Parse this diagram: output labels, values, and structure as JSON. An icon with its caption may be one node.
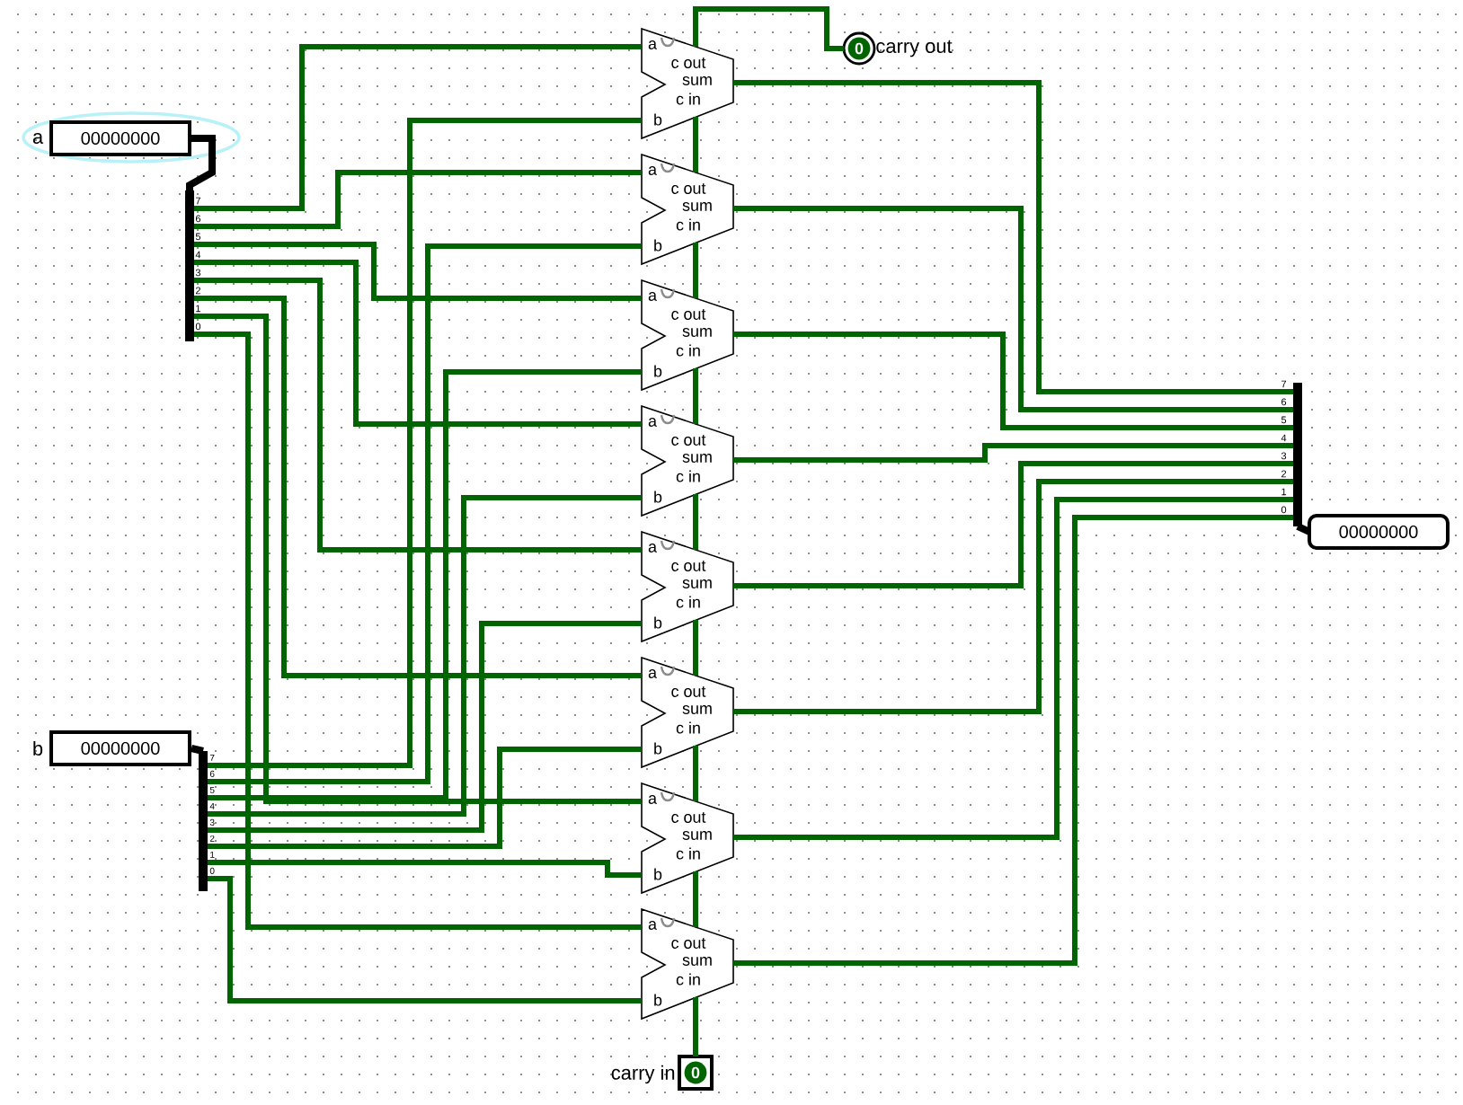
{
  "diagram": {
    "nodes": [
      {
        "text": [
          "00000000"
        ],
        "beside": [
          "a"
        ]
      },
      {
        "text": [
          "7",
          "6",
          "5",
          "4",
          "3",
          "2",
          "1",
          "0"
        ]
      },
      {
        "text": [
          "00000000"
        ],
        "beside": [
          "b"
        ]
      },
      {
        "text": [
          "7",
          "6",
          "5",
          "4",
          "3",
          "2",
          "1",
          "0"
        ]
      },
      {
        "text": [
          "a",
          "c out",
          "sum",
          "c in",
          "b"
        ]
      },
      {
        "text": [
          "a",
          "c out",
          "sum",
          "c in",
          "b"
        ]
      },
      {
        "text": [
          "a",
          "c out",
          "sum",
          "c in",
          "b"
        ]
      },
      {
        "text": [
          "a",
          "c out",
          "sum",
          "c in",
          "b"
        ]
      },
      {
        "text": [
          "a",
          "c out",
          "sum",
          "c in",
          "b"
        ]
      },
      {
        "text": [
          "a",
          "c out",
          "sum",
          "c in",
          "b"
        ]
      },
      {
        "text": [
          "a",
          "c out",
          "sum",
          "c in",
          "b"
        ]
      },
      {
        "text": [
          "a",
          "c out",
          "sum",
          "c in",
          "b"
        ]
      },
      {
        "text": [
          "7",
          "6",
          "5",
          "4",
          "3",
          "2",
          "1",
          "0"
        ]
      },
      {
        "text": [
          "00000000"
        ]
      },
      {
        "text": [
          "0"
        ],
        "beside": [
          "carry out"
        ]
      },
      {
        "text": [
          "0"
        ],
        "beside": [
          "carry in"
        ]
      }
    ],
    "edges": [
      {
        "from": 0,
        "to": 1,
        "arrow": "none",
        "color": "#000000"
      },
      {
        "from": 2,
        "to": 3,
        "arrow": "none",
        "color": "#000000"
      },
      {
        "from": 1,
        "to": 4,
        "arrow": "none"
      },
      {
        "from": 1,
        "to": 5,
        "arrow": "none"
      },
      {
        "from": 1,
        "to": 6,
        "arrow": "none"
      },
      {
        "from": 1,
        "to": 7,
        "arrow": "none"
      },
      {
        "from": 1,
        "to": 8,
        "arrow": "none"
      },
      {
        "from": 1,
        "to": 9,
        "arrow": "none"
      },
      {
        "from": 1,
        "to": 10,
        "arrow": "none"
      },
      {
        "from": 1,
        "to": 11,
        "arrow": "none"
      },
      {
        "from": 3,
        "to": 4,
        "arrow": "none"
      },
      {
        "from": 3,
        "to": 5,
        "arrow": "none"
      },
      {
        "from": 3,
        "to": 6,
        "arrow": "none"
      },
      {
        "from": 3,
        "to": 7,
        "arrow": "none"
      },
      {
        "from": 3,
        "to": 8,
        "arrow": "none"
      },
      {
        "from": 3,
        "to": 9,
        "arrow": "none"
      },
      {
        "from": 3,
        "to": 10,
        "arrow": "none"
      },
      {
        "from": 3,
        "to": 11,
        "arrow": "none"
      },
      {
        "from": 4,
        "to": 12,
        "arrow": "none"
      },
      {
        "from": 5,
        "to": 12,
        "arrow": "none"
      },
      {
        "from": 6,
        "to": 12,
        "arrow": "none"
      },
      {
        "from": 7,
        "to": 12,
        "arrow": "none"
      },
      {
        "from": 8,
        "to": 12,
        "arrow": "none"
      },
      {
        "from": 9,
        "to": 12,
        "arrow": "none"
      },
      {
        "from": 10,
        "to": 12,
        "arrow": "none"
      },
      {
        "from": 11,
        "to": 12,
        "arrow": "none"
      },
      {
        "from": 12,
        "to": 13,
        "arrow": "none",
        "color": "#000000"
      },
      {
        "from": 5,
        "to": 4,
        "arrow": "none"
      },
      {
        "from": 6,
        "to": 5,
        "arrow": "none"
      },
      {
        "from": 7,
        "to": 6,
        "arrow": "none"
      },
      {
        "from": 8,
        "to": 7,
        "arrow": "none"
      },
      {
        "from": 9,
        "to": 8,
        "arrow": "none"
      },
      {
        "from": 10,
        "to": 9,
        "arrow": "none"
      },
      {
        "from": 11,
        "to": 10,
        "arrow": "none"
      },
      {
        "from": 4,
        "to": 14,
        "arrow": "none"
      },
      {
        "from": 15,
        "to": 11,
        "arrow": "none"
      }
    ]
  }
}
